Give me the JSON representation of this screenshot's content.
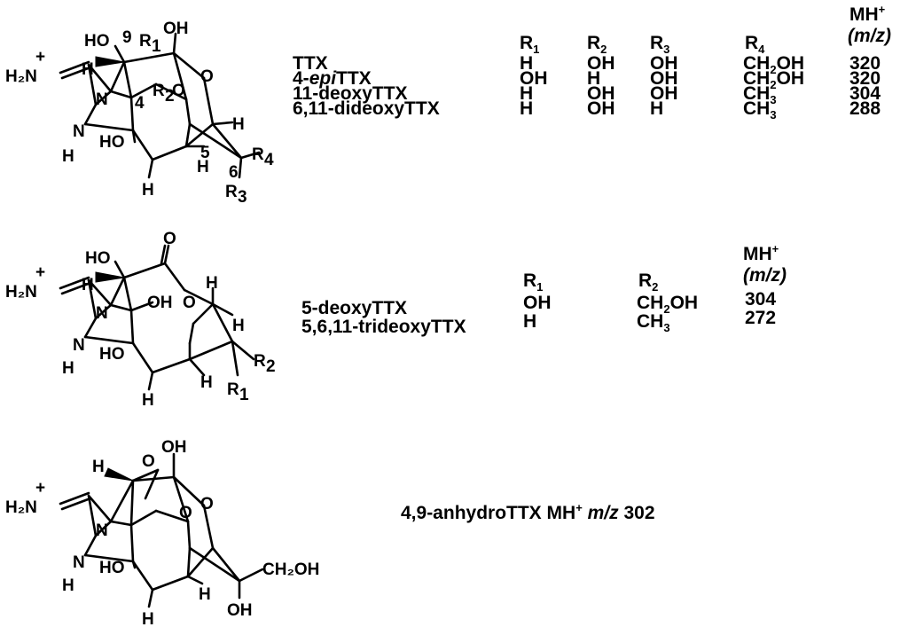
{
  "colors": {
    "ink": "#000000",
    "background": "#ffffff"
  },
  "structure1": {
    "labels": {
      "h2n": "H₂N",
      "plus": "+",
      "ho9": "HO",
      "n9": "9",
      "r1": "R",
      "r1sub": "1",
      "oh_top": "OH",
      "h_left": "H",
      "n_upper": "N",
      "c4": "4",
      "r2": "R",
      "r2sub": "2",
      "o_bridge": "O",
      "o_ring": "O",
      "c5": "5",
      "h_right": "H",
      "n_lower": "N",
      "h_n": "H",
      "ho_lower": "HO",
      "h_bottom": "H",
      "h_mid": "H",
      "c6": "6",
      "r4": "R",
      "r4sub": "4",
      "r3": "R",
      "r3sub": "3"
    }
  },
  "table1": {
    "header_mh": "MH",
    "header_mh_sup": "+",
    "header_mz": "(m/z)",
    "columns": [
      {
        "header": "",
        "cells": [
          "TTX",
          "4-epiTTX",
          "11-deoxyTTX",
          "6,11-dideoxyTTX"
        ]
      },
      {
        "header": "R1",
        "cells": [
          "H",
          "OH",
          "H",
          "H"
        ]
      },
      {
        "header": "R2",
        "cells": [
          "OH",
          "H",
          "OH",
          "OH"
        ]
      },
      {
        "header": "R3",
        "cells": [
          "OH",
          "OH",
          "OH",
          "H"
        ]
      },
      {
        "header": "R4",
        "cells": [
          "CH2OH",
          "CH2OH",
          "CH3",
          "CH3"
        ]
      },
      {
        "header": "MH+ (m/z)",
        "cells": [
          "320",
          "320",
          "304",
          "288"
        ]
      }
    ]
  },
  "structure2": {
    "labels": {
      "h2n": "H₂N",
      "plus": "+",
      "ho_top": "HO",
      "o_keto": "O",
      "h_left": "H",
      "oh_mid": "OH",
      "o_ring": "O",
      "h_upper_right": "H",
      "n_upper": "N",
      "h_right": "H",
      "n_lower": "N",
      "h_n": "H",
      "ho_lower": "HO",
      "r2": "R",
      "r2sub": "2",
      "h_bottom": "H",
      "h_mid": "H",
      "r1": "R",
      "r1sub": "1"
    }
  },
  "table2": {
    "header_mh": "MH",
    "header_mh_sup": "+",
    "header_mz": "(m/z)",
    "columns": [
      {
        "header": "",
        "cells": [
          "5-deoxyTTX",
          "5,6,11-trideoxyTTX"
        ]
      },
      {
        "header": "R1",
        "cells": [
          "OH",
          "H"
        ]
      },
      {
        "header": "R2",
        "cells": [
          "CH2OH",
          "CH3"
        ]
      },
      {
        "header": "MH+ (m/z)",
        "cells": [
          "304",
          "272"
        ]
      }
    ]
  },
  "structure3": {
    "labels": {
      "h2n": "H₂N",
      "plus": "+",
      "h_top": "H",
      "o_epox": "O",
      "oh_top": "OH",
      "n_upper": "N",
      "o_bridge": "O",
      "o_ring": "O",
      "n_lower": "N",
      "h_n": "H",
      "ho_lower": "HO",
      "ch2oh": "CH₂OH",
      "h_bottom": "H",
      "h_mid": "H",
      "oh_bottom": "OH"
    }
  },
  "label3": {
    "name": "4,9-anhydroTTX MH",
    "sup": "+",
    "mz_italic": "m/z",
    "value": "302"
  }
}
